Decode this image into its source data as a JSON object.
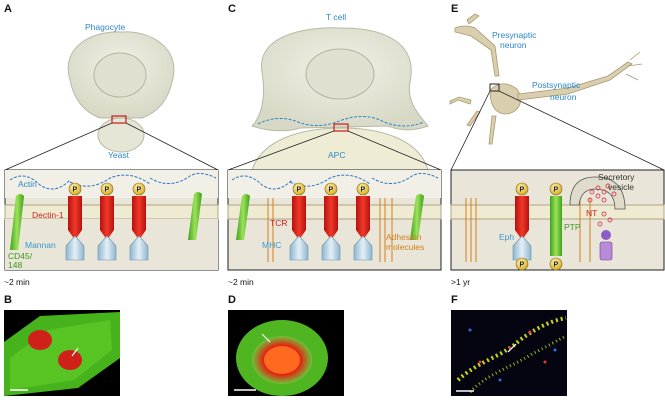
{
  "panels": {
    "a": {
      "letter": "A",
      "cell_label": "Phagocyte",
      "target_label": "Yeast",
      "actin_label": "Actin",
      "receptor_label": "Dectin-1",
      "ligand_label": "Mannan",
      "phosphatase_line1": "CD45/",
      "phosphatase_line2": "148",
      "phos": "P",
      "timescale": "~2 min"
    },
    "b": {
      "letter": "B"
    },
    "c": {
      "letter": "C",
      "cell_label": "T cell",
      "target_label": "APC",
      "receptor_label": "TCR",
      "ligand_label": "MHC",
      "adhesion_line1": "Adhesion",
      "adhesion_line2": "molecules",
      "phos": "P",
      "timescale": "~2 min"
    },
    "d": {
      "letter": "D"
    },
    "e": {
      "letter": "E",
      "pre_line1": "Presynaptic",
      "pre_line2": "neuron",
      "post_line1": "Postsynaptic",
      "post_line2": "neuron",
      "vesicle_line1": "Secretory",
      "vesicle_line2": "vesicle",
      "nt_label": "NT",
      "ptp_label": "PTP",
      "eph_label": "Eph",
      "phos": "P",
      "timescale": ">1 yr"
    },
    "f": {
      "letter": "F"
    }
  },
  "colors": {
    "label_blue": "#2a86c8",
    "receptor_red": "#e02a1e",
    "phosphatase_green": "#6cc43a",
    "ligand_light_blue": "#cfe4f1",
    "adhesion_orange": "#d5801c",
    "phosphate_gold": "#e8c84a"
  }
}
